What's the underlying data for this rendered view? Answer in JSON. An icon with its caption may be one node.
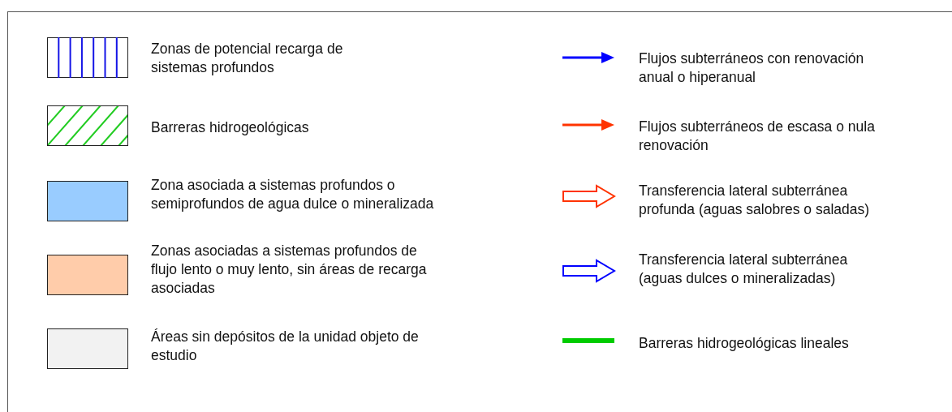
{
  "diagram": {
    "legend": [
      {
        "text": "Zonas de potencial recarga de sistemas profundos"
      },
      {
        "text": "Barreras hidrogeológicas"
      },
      {
        "text": "Zona asociada a sistemas profundos o semiprofundos de agua dulce o mineralizada",
        "color": "#99ccff"
      },
      {
        "text": "Zonas asociadas a sistemas profundos de flujo lento o muy lento, sin áreas de recarga asociadas",
        "color": "#ffccaa"
      },
      {
        "text": "Áreas sin depósitos de la unidad objeto de estudio",
        "color": "#f2f2f2"
      },
      {
        "text": "Flujos subterráneos con renovación anual o hiperanual"
      },
      {
        "text": "Flujos subterráneos de escasa o nula renovación"
      },
      {
        "text": "Transferencia lateral subterránea profunda (aguas salobres o saladas)"
      },
      {
        "text": "Transferencia lateral subterránea (aguas dulces o mineralizadas)"
      },
      {
        "text": "Barreras hidrogeológicas lineales"
      }
    ]
  }
}
